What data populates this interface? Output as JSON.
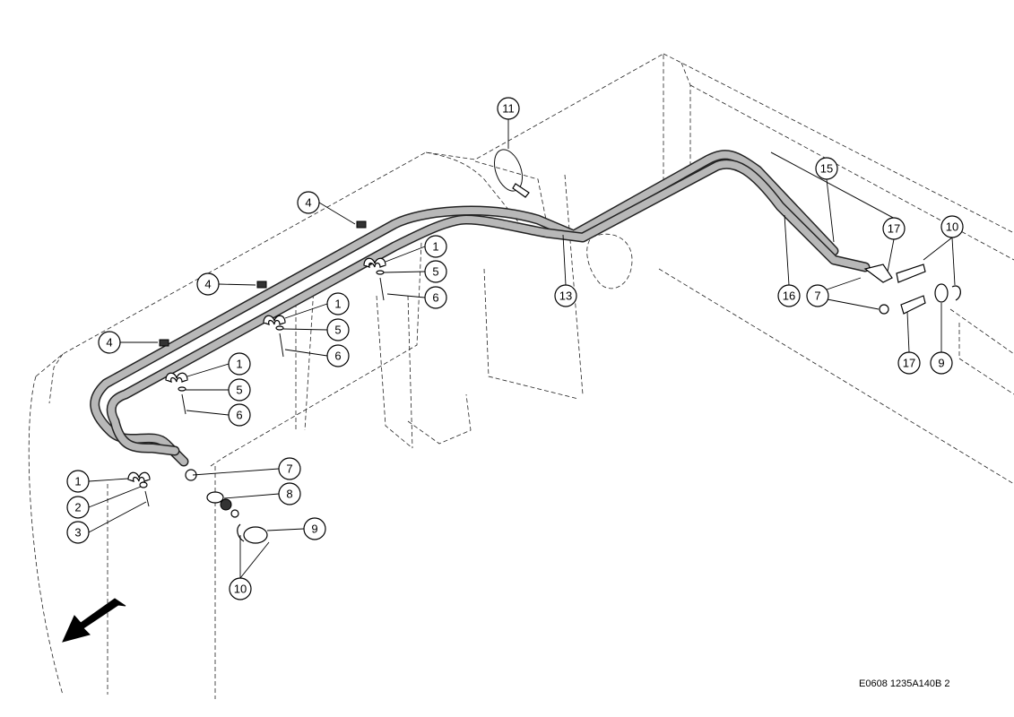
{
  "drawing_code": "E0608 1235A140B 2",
  "callouts": [
    {
      "id": "c-11",
      "label": "11"
    },
    {
      "id": "c-15",
      "label": "15"
    },
    {
      "id": "c-17a",
      "label": "17"
    },
    {
      "id": "c-10a",
      "label": "10"
    },
    {
      "id": "c-4a",
      "label": "4"
    },
    {
      "id": "c-1a",
      "label": "1"
    },
    {
      "id": "c-5a",
      "label": "5"
    },
    {
      "id": "c-6a",
      "label": "6"
    },
    {
      "id": "c-13",
      "label": "13"
    },
    {
      "id": "c-16",
      "label": "16"
    },
    {
      "id": "c-7a",
      "label": "7"
    },
    {
      "id": "c-4b",
      "label": "4"
    },
    {
      "id": "c-1b",
      "label": "1"
    },
    {
      "id": "c-5b",
      "label": "5"
    },
    {
      "id": "c-6b",
      "label": "6"
    },
    {
      "id": "c-4c",
      "label": "4"
    },
    {
      "id": "c-17b",
      "label": "17"
    },
    {
      "id": "c-9a",
      "label": "9"
    },
    {
      "id": "c-1c",
      "label": "1"
    },
    {
      "id": "c-5c",
      "label": "5"
    },
    {
      "id": "c-6c",
      "label": "6"
    },
    {
      "id": "c-7b",
      "label": "7"
    },
    {
      "id": "c-1d",
      "label": "1"
    },
    {
      "id": "c-2",
      "label": "2"
    },
    {
      "id": "c-8",
      "label": "8"
    },
    {
      "id": "c-3",
      "label": "3"
    },
    {
      "id": "c-9b",
      "label": "9"
    },
    {
      "id": "c-10b",
      "label": "10"
    }
  ]
}
